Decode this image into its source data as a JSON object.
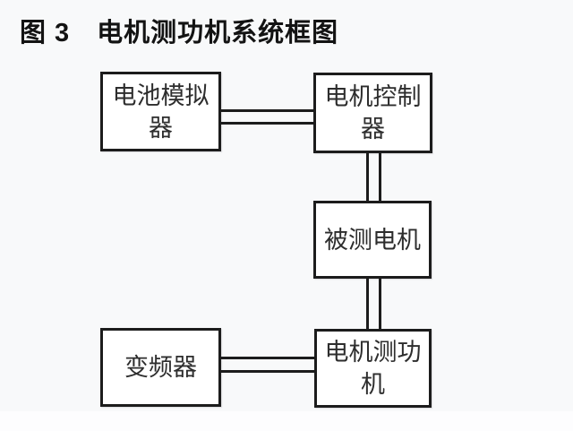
{
  "figure": {
    "title": "图 3　电机测功机系统框图",
    "diagram": {
      "nodes": [
        {
          "id": "battery-simulator",
          "label": "电池模拟器",
          "lines": [
            "电池模拟",
            "器"
          ]
        },
        {
          "id": "motor-controller",
          "label": "电机控制器",
          "lines": [
            "电机控制",
            "器"
          ]
        },
        {
          "id": "motor-under-test",
          "label": "被测电机",
          "lines": [
            "被测电机"
          ]
        },
        {
          "id": "frequency-inverter",
          "label": "变频器",
          "lines": [
            "变频器"
          ]
        },
        {
          "id": "motor-dynamometer",
          "label": "电机测功机",
          "lines": [
            "电机测功",
            "机"
          ]
        }
      ],
      "edges": [
        {
          "from": "battery-simulator",
          "to": "motor-controller",
          "style": "double-line",
          "orientation": "horizontal"
        },
        {
          "from": "motor-controller",
          "to": "motor-under-test",
          "style": "double-line",
          "orientation": "vertical"
        },
        {
          "from": "motor-under-test",
          "to": "motor-dynamometer",
          "style": "double-line",
          "orientation": "vertical"
        },
        {
          "from": "frequency-inverter",
          "to": "motor-dynamometer",
          "style": "double-line",
          "orientation": "horizontal"
        }
      ]
    },
    "colors": {
      "background": "#f8f9fa",
      "box_fill": "#ffffff",
      "line": "#1c1c1c",
      "text": "#2d2d2d",
      "title_text": "#131313"
    }
  }
}
